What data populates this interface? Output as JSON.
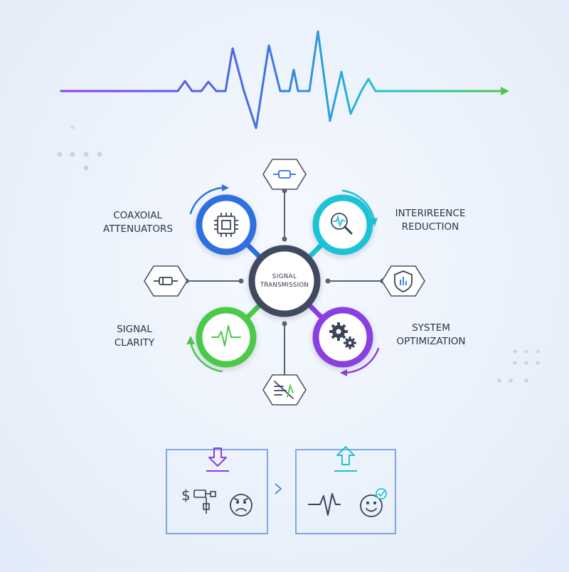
{
  "center": {
    "line1": "SIGNAL",
    "line2": "TRANSMISSION"
  },
  "nodes": {
    "coaxial": {
      "line1": "COAXOIAL",
      "line2": "ATTENUATORS",
      "icon": "chip-icon",
      "color": "#2f6fe0"
    },
    "interference": {
      "line1": "INTERIREENCE",
      "line2": "REDUCTION",
      "icon": "magnifier-waveform-icon",
      "color": "#1fc2d6"
    },
    "clarity": {
      "line1": "SIGNAL",
      "line2": "CLARITY",
      "icon": "waveform-icon",
      "color": "#4cc948"
    },
    "optimization": {
      "line1": "SYSTEM",
      "line2": "OPTIMIZATION",
      "icon": "gears-icon",
      "color": "#8a3fe0"
    }
  },
  "hex_icons": {
    "top": "resistor-icon",
    "left": "attenuator-icon",
    "right": "shield-signal-icon",
    "bottom": "no-noise-icon"
  },
  "colors": {
    "center_ring": "#3f4a5e",
    "wave_start": "#8a3fe0",
    "wave_mid": "#1fc2d6",
    "wave_end": "#4cc948",
    "connector": "#5a6275"
  },
  "comparison": {
    "before": {
      "arrow": "arrow-down-icon",
      "icons": [
        "dollar-component-icon",
        "sad-face-icon"
      ]
    },
    "after": {
      "arrow": "arrow-up-icon",
      "icons": [
        "waveform-icon",
        "happy-face-check-icon"
      ]
    }
  }
}
